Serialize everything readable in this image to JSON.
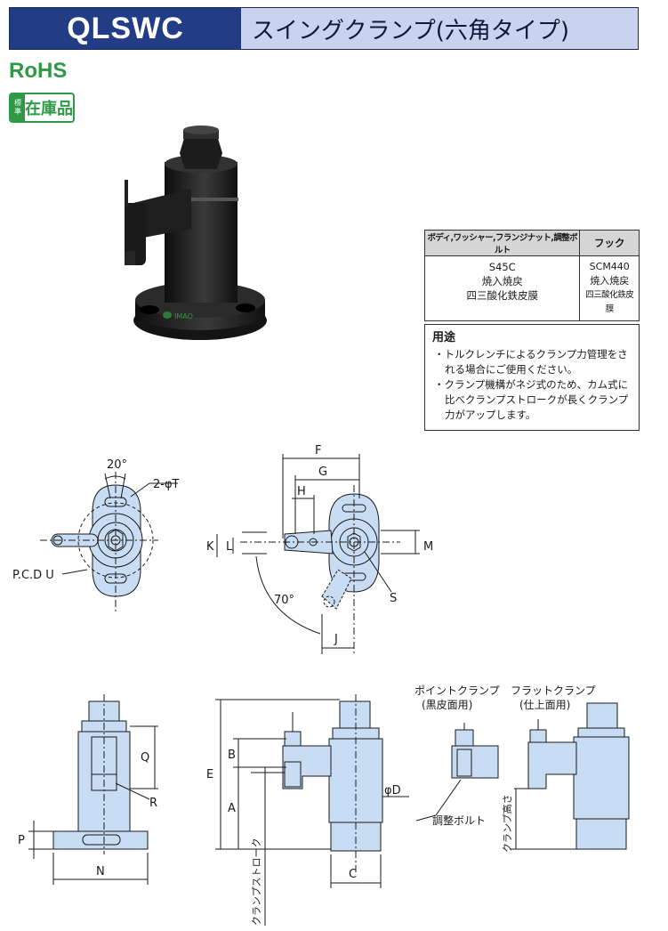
{
  "header": {
    "code": "QLSWC",
    "title": "スイングクランプ(六角タイプ)"
  },
  "badges": {
    "rohs": "RoHS",
    "stock_small_1": "標",
    "stock_small_2": "準",
    "stock_main": "在庫品"
  },
  "photo": {
    "logo_text": "IMAO"
  },
  "material_table": {
    "headers": [
      "ボディ,ワッシャー,フランジナット,調整ボルト",
      "フック"
    ],
    "rows": [
      [
        "S45C",
        "SCM440"
      ],
      [
        "焼入焼戻",
        "焼入焼戻"
      ],
      [
        "四三酸化鉄皮膜",
        "四三酸化鉄皮膜"
      ]
    ]
  },
  "usage": {
    "heading": "用途",
    "items": [
      "・トルクレンチによるクランプ力管理をされる場合にご使用ください。",
      "・クランプ機構がネジ式のため、カム式に比べクランプストロークが長くクランプ力がアップします。"
    ]
  },
  "top_view_left": {
    "angle": "20°",
    "holes": "2-φT",
    "pcd": "P.C.D U"
  },
  "top_view_right": {
    "F": "F",
    "G": "G",
    "H": "H",
    "K": "K",
    "L": "L",
    "M": "M",
    "S": "S",
    "J": "J",
    "angle": "70°"
  },
  "side_left": {
    "Q": "Q",
    "R": "R",
    "P": "P",
    "N": "N"
  },
  "side_right": {
    "E": "E",
    "B": "B",
    "A": "A",
    "D": "φD",
    "C": "C",
    "stroke": "クランプストローク"
  },
  "detail": {
    "point_title": "ポイントクランプ",
    "point_sub": "(黒皮面用)",
    "flat_title": "フラットクランプ",
    "flat_sub": "(仕上面用)",
    "bolt": "調整ボルト",
    "height": "クランプ高さ"
  },
  "colors": {
    "header_bg": "#223c86",
    "title_bg": "#c9d3ee",
    "rohs_green": "#2e9a47",
    "part_fill": "#c8dcf4",
    "line": "#1a1a1a"
  }
}
